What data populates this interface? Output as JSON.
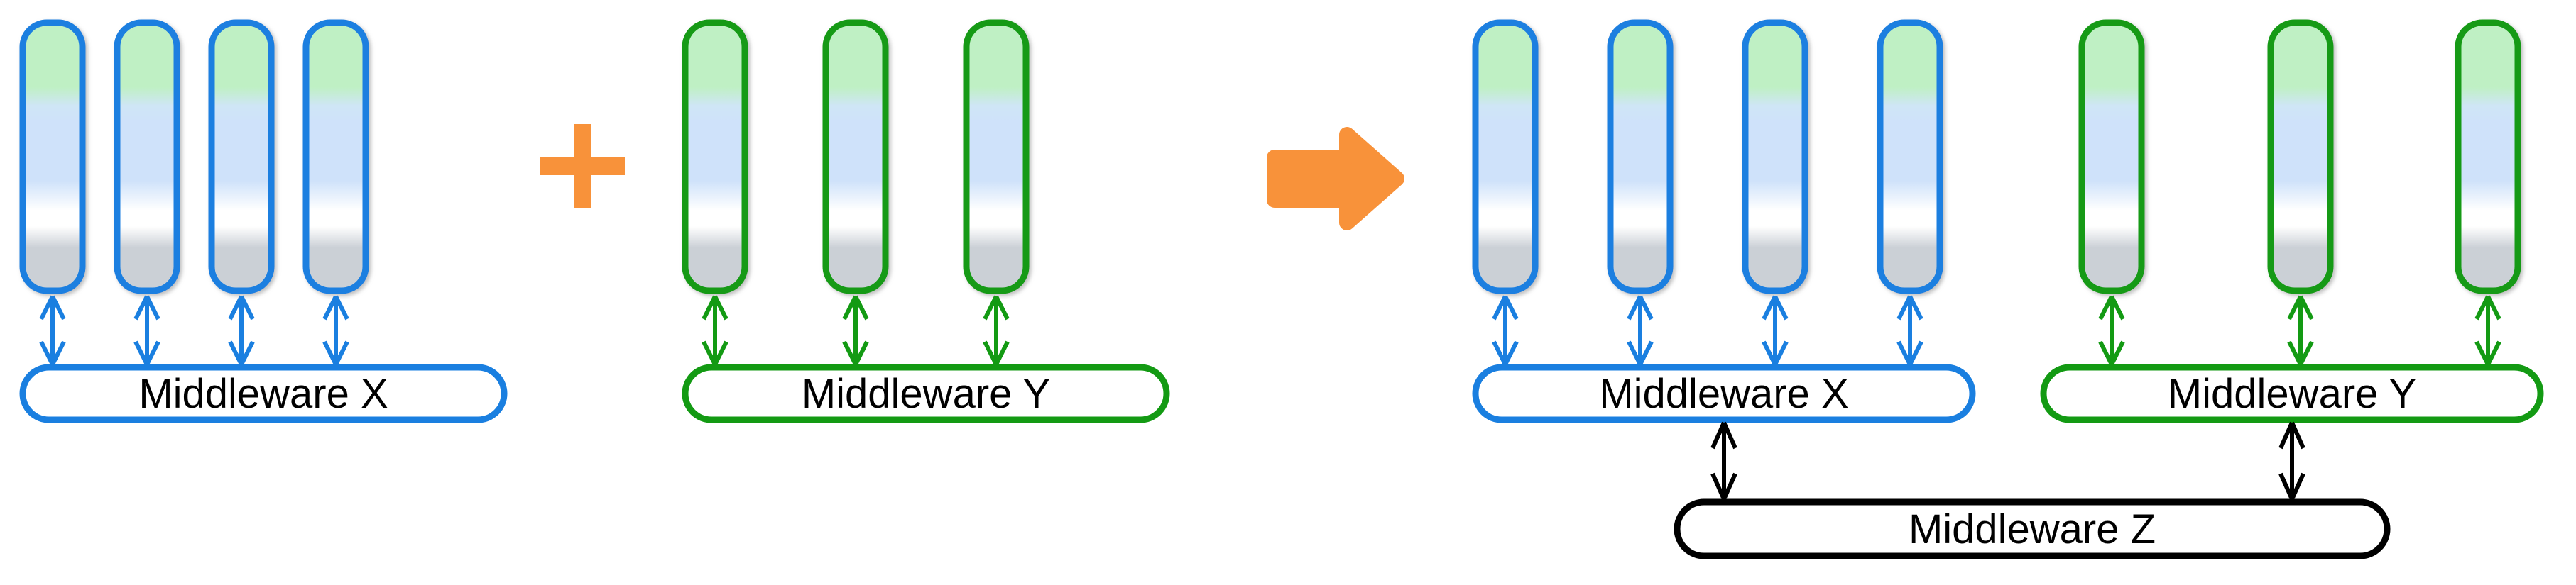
{
  "diagram": {
    "title_text_present": false,
    "colors": {
      "blue_stroke": "#1a7fe0",
      "green_stroke": "#139a13",
      "black_stroke": "#000000",
      "orange_accent": "#f8923a",
      "node_green_fill": "#bff0c4",
      "node_blue_fill": "#cfe2fa",
      "node_white_fill": "#ffffff",
      "node_gray_fill": "#cbd0d6",
      "background": "#ffffff"
    },
    "operators": [
      {
        "name": "plus",
        "glyph": "+",
        "color": "#f8923a"
      },
      {
        "name": "arrow-right",
        "glyph": "→",
        "color": "#f8923a"
      }
    ],
    "groups": [
      {
        "id": "left-x",
        "middleware_label": "Middleware X",
        "accent": "#1a7fe0",
        "node_count": 4,
        "connector_style": "double-headed-arrow"
      },
      {
        "id": "left-y",
        "middleware_label": "Middleware Y",
        "accent": "#139a13",
        "node_count": 3,
        "connector_style": "double-headed-arrow"
      },
      {
        "id": "right-x",
        "middleware_label": "Middleware X",
        "accent": "#1a7fe0",
        "node_count": 4,
        "connector_style": "double-headed-arrow"
      },
      {
        "id": "right-y",
        "middleware_label": "Middleware Y",
        "accent": "#139a13",
        "node_count": 3,
        "connector_style": "double-headed-arrow"
      }
    ],
    "bridge": {
      "id": "bridge-z",
      "middleware_label": "Middleware Z",
      "accent": "#000000",
      "connects": [
        "Middleware X",
        "Middleware Y"
      ],
      "connector_style": "double-headed-arrow"
    }
  }
}
